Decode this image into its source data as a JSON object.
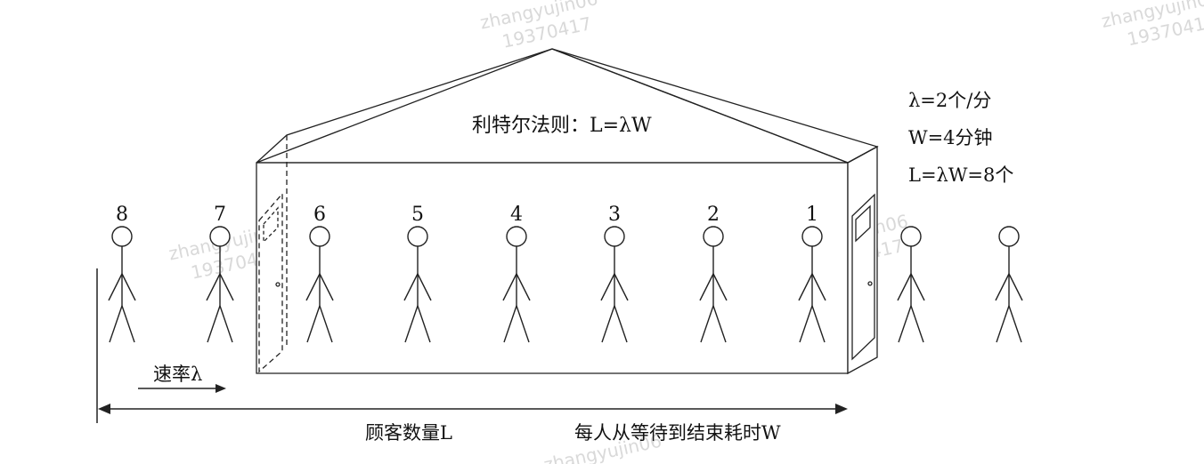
{
  "title": "利特尔法则：L=λW",
  "formula": {
    "lambda": "λ=2个/分",
    "w": "W=4分钟",
    "l": "L=λW=8个"
  },
  "people_numbers": [
    "8",
    "7",
    "6",
    "5",
    "4",
    "3",
    "2",
    "1"
  ],
  "rate_label": "速率λ",
  "bottom_left_label": "顾客数量L",
  "bottom_right_label": "每人从等待到结束耗时W",
  "watermark_lines": [
    "zhangyujin06",
    "19370417"
  ]
}
